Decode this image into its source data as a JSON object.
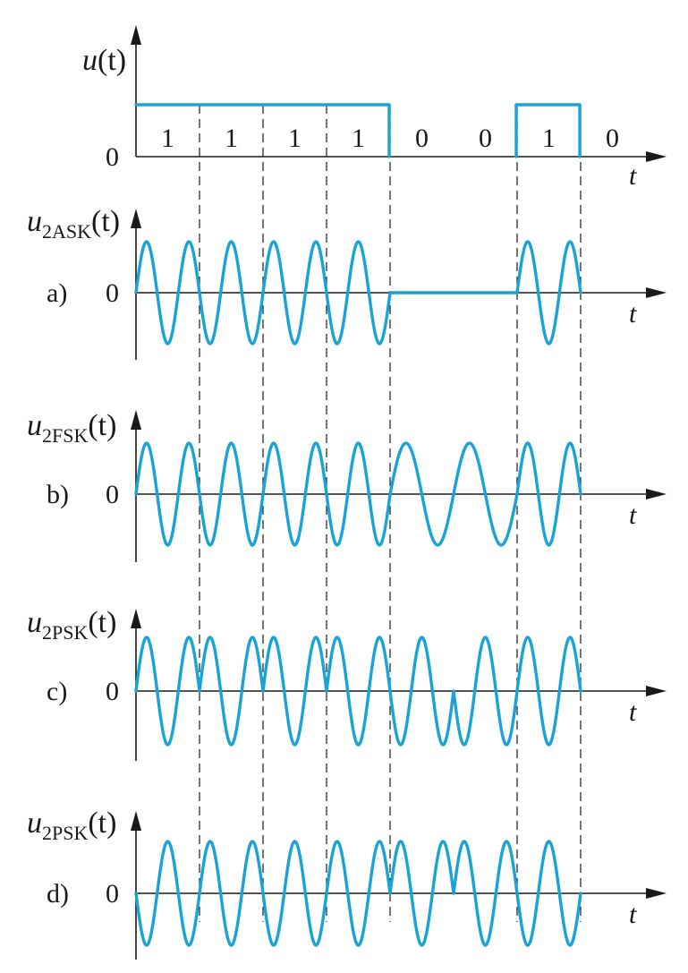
{
  "bits": [
    "1",
    "1",
    "1",
    "1",
    "0",
    "0",
    "1",
    "0"
  ],
  "signal_color": "#1aa3d6",
  "axis_color": "#1a1a1a",
  "top": {
    "label_base": "u",
    "label_sub": "",
    "label_paren": "(t)",
    "zero": "0",
    "t": "t"
  },
  "panels": [
    {
      "id": "ask",
      "panel_label": "a)",
      "label_base": "u",
      "label_sub": "2ASK",
      "label_paren": "(t)",
      "zero": "0",
      "t": "t"
    },
    {
      "id": "fsk",
      "panel_label": "b)",
      "label_base": "u",
      "label_sub": "2FSK",
      "label_paren": "(t)",
      "zero": "0",
      "t": "t"
    },
    {
      "id": "psk",
      "panel_label": "c)",
      "label_base": "u",
      "label_sub": "2PSK",
      "label_paren": "(t)",
      "zero": "0",
      "t": "t"
    },
    {
      "id": "dpsk",
      "panel_label": "d)",
      "label_base": "u",
      "label_sub": "2PSK",
      "label_paren": "(t)",
      "zero": "0",
      "t": "t"
    }
  ]
}
